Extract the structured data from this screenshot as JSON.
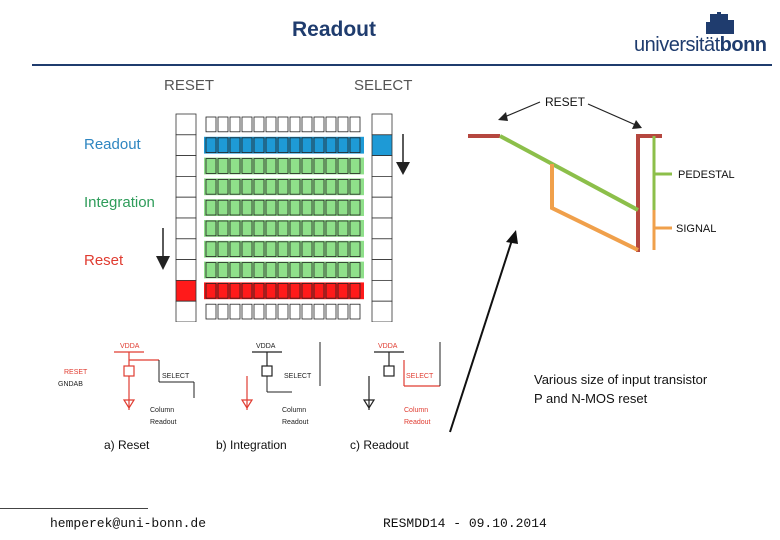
{
  "slide": {
    "title": "Readout",
    "logo_text_1": "universität",
    "logo_text_2": "bonn",
    "footer_email": "hemperek@uni-bonn.de",
    "footer_event": "RESMDD14 - 09.10.2014"
  },
  "matrix_diagram": {
    "col_label_left": "RESET",
    "col_label_right": "SELECT",
    "row_labels": [
      {
        "text": "Readout",
        "color": "#2e86c1"
      },
      {
        "text": "Integration",
        "color": "#2e9c5a"
      },
      {
        "text": "Reset",
        "color": "#e03c31"
      }
    ],
    "colors": {
      "readout": "#1e9ad6",
      "integration": "#8fe08a",
      "reset": "#ff1a1a"
    }
  },
  "circuits": {
    "captions": [
      "a) Reset",
      "b) Integration",
      "c) Readout"
    ],
    "labels": {
      "vdda": "VDDA",
      "select": "SELECT",
      "reset": "RESET",
      "gndab": "GNDAB",
      "column": "Column",
      "readout": "Readout"
    }
  },
  "waveform": {
    "label_reset": "RESET",
    "label_pedestal": "PEDESTAL",
    "label_signal": "SIGNAL",
    "colors": {
      "reset": "#b5473f",
      "pedestal": "#8cbf4a",
      "signal": "#f0a04b"
    }
  },
  "note": {
    "line1": "Various size of input transistor",
    "line2": "P and N-MOS reset"
  }
}
